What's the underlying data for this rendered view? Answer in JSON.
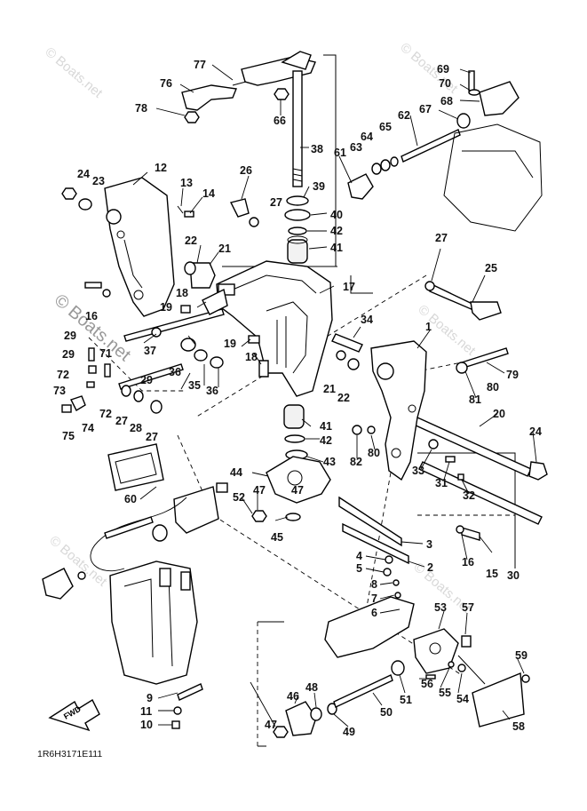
{
  "diagram": {
    "part_numbers": [
      "1",
      "2",
      "3",
      "4",
      "5",
      "6",
      "7",
      "8",
      "9",
      "10",
      "11",
      "12",
      "13",
      "14",
      "15",
      "16",
      "17",
      "18",
      "19",
      "20",
      "21",
      "22",
      "23",
      "24",
      "25",
      "26",
      "27",
      "28",
      "29",
      "30",
      "31",
      "32",
      "33",
      "34",
      "35",
      "36",
      "37",
      "38",
      "39",
      "40",
      "41",
      "42",
      "43",
      "44",
      "45",
      "46",
      "47",
      "48",
      "49",
      "50",
      "51",
      "52",
      "53",
      "54",
      "55",
      "56",
      "57",
      "58",
      "59",
      "60",
      "61",
      "62",
      "63",
      "64",
      "65",
      "66",
      "67",
      "68",
      "69",
      "70",
      "71",
      "72",
      "73",
      "74",
      "75",
      "76",
      "77",
      "78",
      "79",
      "80",
      "81",
      "82"
    ],
    "diagram_code": "1R6H3171E111",
    "direction_label": "FWD",
    "watermark": "© Boats.net"
  },
  "colors": {
    "line": "#000000",
    "background": "#ffffff",
    "watermark": "#c8c8c8"
  }
}
